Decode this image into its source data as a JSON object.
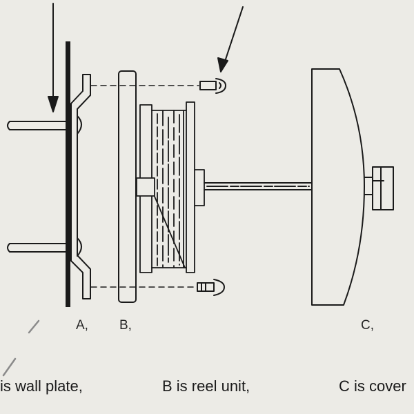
{
  "labels": {
    "part_a": "A,",
    "part_b": "B,",
    "part_c": "C,"
  },
  "captions": {
    "a": "is wall plate,",
    "b": "B is reel unit,",
    "c": "C is cover"
  },
  "colors": {
    "background": "#ecebe6",
    "ink": "#1a1a1a"
  }
}
